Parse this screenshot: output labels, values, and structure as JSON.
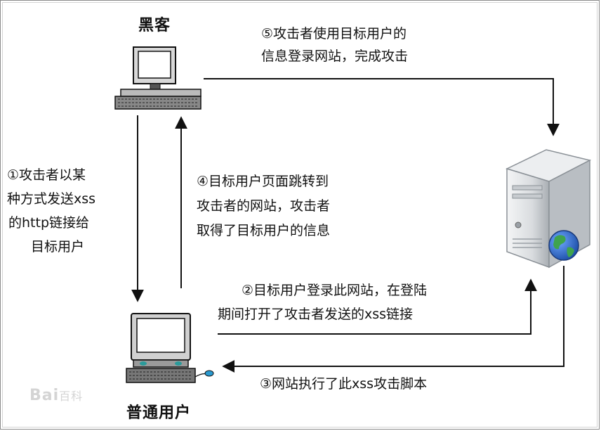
{
  "nodes": {
    "hacker": {
      "label": "黑客"
    },
    "user": {
      "label": "普通用户"
    },
    "server": {
      "label": ""
    }
  },
  "steps": [
    {
      "id": "1",
      "lines": [
        "①攻击者以某",
        "种方式发送xss",
        "的http链接给",
        "目标用户"
      ]
    },
    {
      "id": "2",
      "lines": [
        "②目标用户登录此网站，在登陆",
        "期间打开了攻击者发送的xss链接"
      ]
    },
    {
      "id": "3",
      "lines": [
        "③网站执行了此xss攻击脚本"
      ]
    },
    {
      "id": "4",
      "lines": [
        "④目标用户页面跳转到",
        "攻击者的网站，攻击者",
        "取得了目标用户的信息"
      ]
    },
    {
      "id": "5",
      "lines": [
        "⑤攻击者使用目标用户的",
        "信息登录网站，完成攻击"
      ]
    }
  ],
  "watermark": {
    "logo_text": "Bai",
    "logo_cn": "百科"
  },
  "colors": {
    "arrow": "#111111",
    "screen": "#ffffff",
    "case": "#cfd3d6",
    "globe_blue": "#2a64c8",
    "globe_green": "#3fa34d"
  }
}
